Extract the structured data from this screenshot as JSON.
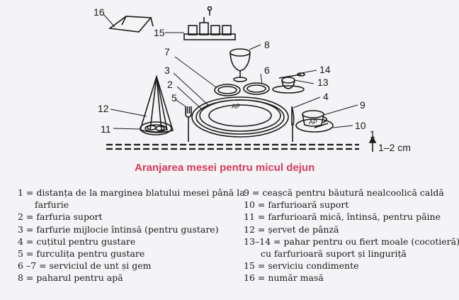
{
  "diagram": {
    "numbers": [
      "16",
      "15",
      "8",
      "7",
      "3",
      "6",
      "14",
      "13",
      "2",
      "5",
      "4",
      "12",
      "9",
      "11",
      "10",
      "1"
    ],
    "distance_text": "1–2 cm",
    "plate_mark": "AP",
    "cup_mark": "AP"
  },
  "caption": "Aranjarea mesei pentru micul dejun",
  "legend_left": [
    "1 = distanța de la marginea blatului mesei până la",
    "farfurie",
    "2 = farfuria suport",
    "3 = farfurie mijlocie întinsă (pentru gustare)",
    "4 = cuțitul pentru gustare",
    "5 = furculița pentru gustare",
    "6 –7 = serviciul de unt și gem",
    "8 = paharul pentru apă"
  ],
  "legend_right": [
    "9 = ceașcă pentru băutură nealcoolică caldă",
    "10 = farfurioară suport",
    "11 = farfurioară mică, întinsă, pentru pâine",
    "12 = șervet de pânză",
    "13–14 = pahar pentru ou fiert moale (cocotieră),",
    "cu farfurioară suport și linguriță",
    "15 = serviciu condimente",
    "16 = număr masă"
  ]
}
